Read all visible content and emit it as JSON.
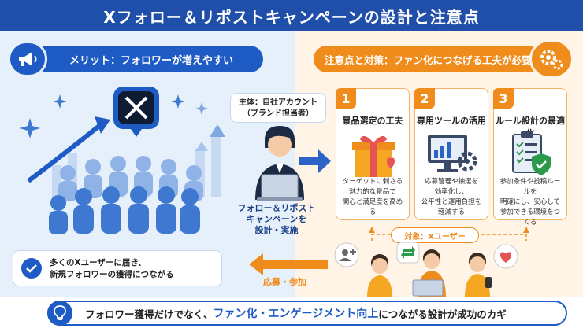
{
  "title": "Xフォロー＆リポストキャンペーンの設計と注意点",
  "merit": {
    "label": "メリット：フォロワーが増えやすい",
    "benefit_line1": "多くのXユーザーに届き、",
    "benefit_line2": "新規フォロワーの獲得につながる"
  },
  "actor": {
    "bubble_line1": "主体：自社アカウント",
    "bubble_line2": "（ブランド担当者）",
    "action_line1": "フォロー＆リポスト",
    "action_line2": "キャンペーンを",
    "action_line3": "設計・実施"
  },
  "caution": {
    "label": "注意点と対策：ファン化につなげる工夫が必要",
    "cards": [
      {
        "num": "1",
        "title": "景品選定の工夫",
        "desc": [
          "ターゲットに刺さる",
          "魅力的な景品で",
          "関心と満足度を高める"
        ]
      },
      {
        "num": "2",
        "title": "専用ツールの活用",
        "desc": [
          "応募管理や抽選を",
          "効率化し、",
          "公平性と運用負担を",
          "軽減する"
        ]
      },
      {
        "num": "3",
        "title": "ルール設計の最適化",
        "desc": [
          "参加条件や投稿ルールを",
          "明確にし、安心して",
          "参加できる環境をつくる"
        ]
      }
    ],
    "target": "対象：Xユーザー",
    "apply": "応募・参加"
  },
  "footer": {
    "part1": "フォロワー獲得だけでなく、",
    "highlight": "ファン化・エンゲージメント向上",
    "part2": "につながる設計が成功のカギ"
  },
  "colors": {
    "blue": "#1f5bc4",
    "navy": "#1f4fa8",
    "orange": "#f08c1c"
  }
}
